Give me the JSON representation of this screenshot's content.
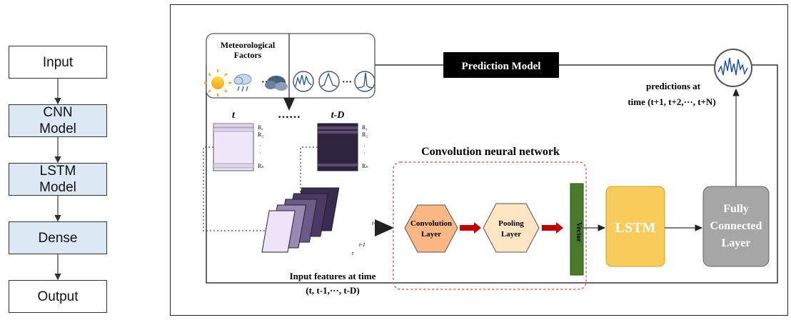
{
  "flowchart": {
    "steps": [
      "Input",
      "CNN\nModel",
      "LSTM\nModel",
      "Dense",
      "Output"
    ]
  },
  "diagram": {
    "meteorological_label": "Meteorological\nFactors",
    "prediction_model_label": "Prediction Model",
    "predictions_label_line1": "predictions at",
    "predictions_label_line2": "time (t+1, t+2,···, t+N)",
    "dots": "···",
    "dots_long": "······",
    "time_t": "t",
    "time_tD": "t-D",
    "cnn_title": "Convolution neural network",
    "convolution_layer": "Convolution\nLayer",
    "pooling_layer": "Pooling\nLayer",
    "vector_label": "Vector",
    "lstm_label": "LSTM",
    "fc_layer": "Fully\nConnected\nLayer",
    "input_features_line1": "Input features at time",
    "input_features_line2": "(t, t-1,···, t-D)",
    "stack_label_t": "t",
    "stack_label_t1": "t-1",
    "stack_label_tD": "t-D",
    "row_labels": [
      "R₁",
      "R₂",
      "·",
      "·",
      "Rₙ"
    ]
  },
  "colors": {
    "flow_blue": "#dde8f5",
    "conv_hex": "#f8b784",
    "pool_hex": "#fde4c2",
    "vector": "#4a7a2c",
    "lstm": "#f7cc5a",
    "fc": "#a6a6a6",
    "red_arrow": "#c00000",
    "cnn_border": "#e06060"
  }
}
